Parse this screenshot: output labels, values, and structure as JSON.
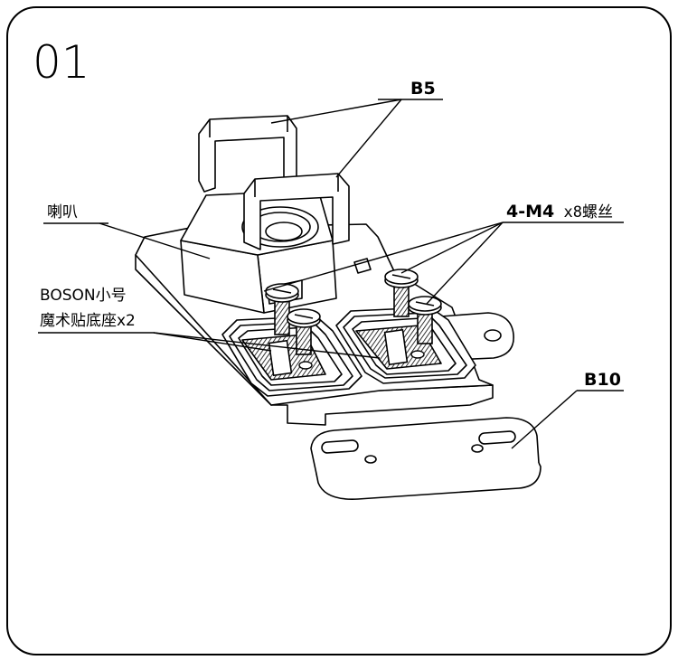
{
  "step": {
    "number": "01"
  },
  "callouts": {
    "b5": "B5",
    "speaker": "喇叭",
    "screw_bold": "4-M4",
    "screw_rest": " x8螺丝",
    "boson_line1": "BOSON小号",
    "boson_line2": "魔术贴底座x2",
    "b10": "B10"
  }
}
